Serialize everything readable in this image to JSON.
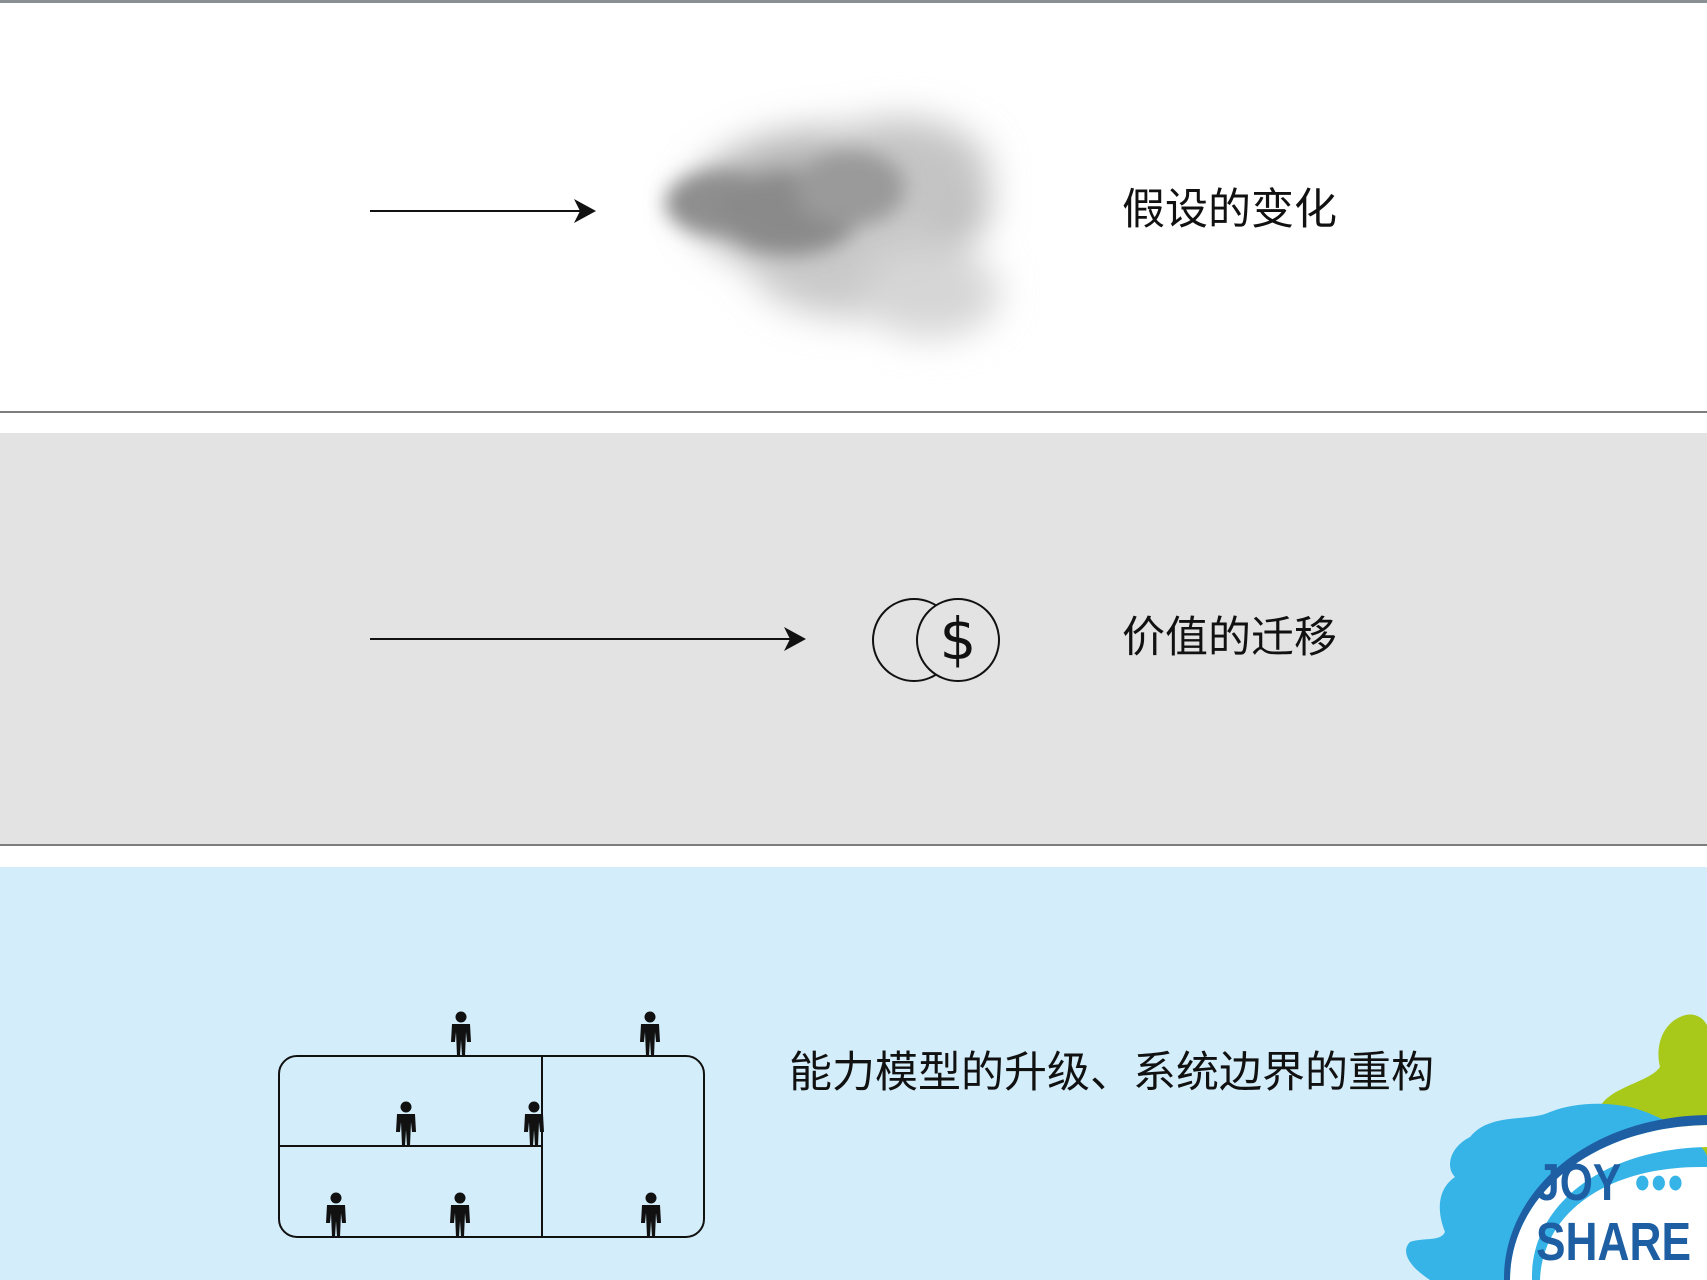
{
  "rows": [
    {
      "label": "假设的变化",
      "icon": "smoke-cloud-icon"
    },
    {
      "label": "价值的迁移",
      "icon": "dollar-coins-icon"
    },
    {
      "label": "能力模型的升级、系统边界的重构",
      "icon": "org-structure-people-icon"
    }
  ],
  "coin": {
    "symbol": "$"
  },
  "logo": {
    "line1": "JOY",
    "line2": "SHARE"
  },
  "colors": {
    "band1": "#ffffff",
    "band2": "#e3e3e3",
    "band3": "#d3eefa",
    "divider": "#7d7d7d",
    "logo_dark_blue": "#1e5fa3",
    "logo_light_blue": "#36b4e8",
    "logo_green": "#a9c91a"
  }
}
